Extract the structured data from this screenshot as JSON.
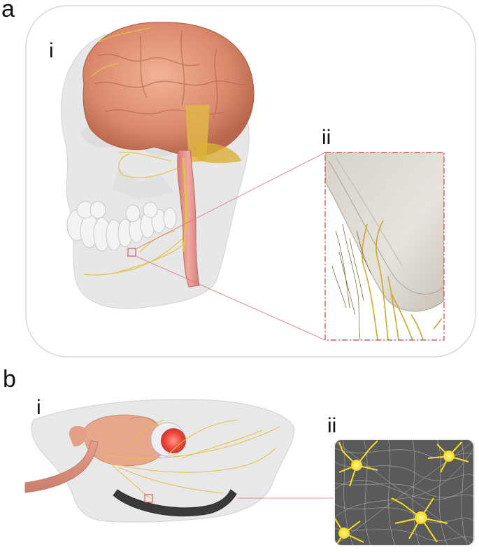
{
  "panel_a": {
    "letter": "a",
    "label_i": "i",
    "label_ii": "ii"
  },
  "panel_b": {
    "letter": "b",
    "label_i": "i",
    "label_ii": "ii"
  },
  "colors": {
    "nerve": "#e3c24a",
    "brain": "#d98a6a",
    "inset_frame": "#d93a3a",
    "rounded_frame": "#d8d8d8",
    "mat_dark": "#3a3a3a",
    "neuron": "#f4e11c"
  }
}
